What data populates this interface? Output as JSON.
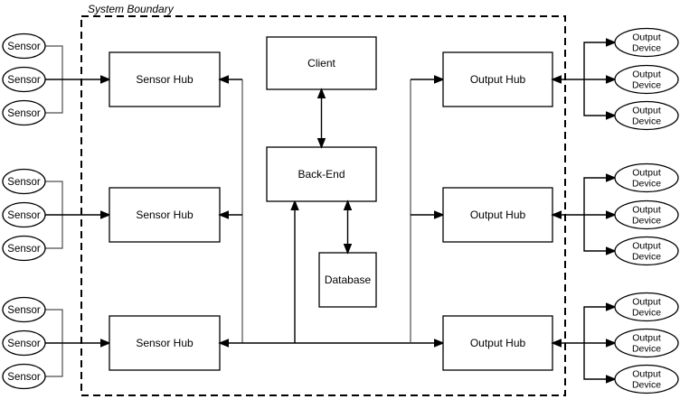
{
  "diagram": {
    "kind": "system-architecture-diagram",
    "boundary_label": "System Boundary",
    "labels": {
      "sensor": "Sensor",
      "sensor_hub": "Sensor Hub",
      "client": "Client",
      "backend": "Back-End",
      "database": "Database",
      "output_hub": "Output Hub",
      "output_device": "Output Device",
      "output_device_lines": [
        "Output",
        "Device"
      ]
    },
    "structure": {
      "sensor_groups": 3,
      "sensors_per_group": 3,
      "sensor_hubs": 3,
      "output_hubs": 3,
      "output_device_groups": 3,
      "output_devices_per_group": 3,
      "inside_boundary": [
        "Sensor Hub",
        "Sensor Hub",
        "Sensor Hub",
        "Client",
        "Back-End",
        "Database",
        "Output Hub",
        "Output Hub",
        "Output Hub"
      ],
      "outside_boundary": [
        "Sensor x9",
        "Output Device x9"
      ],
      "edges": [
        "Sensors (x3 per group) -> Sensor Hub",
        "Sensor Hubs <- shared bus",
        "shared bus -> Back-End",
        "shared bus -> Output Hubs",
        "Client <-> Back-End",
        "Back-End <-> Database",
        "Output Hub <-> Output Devices (x3 per group)"
      ]
    },
    "colors": {
      "stroke": "#000000",
      "fill": "#ffffff",
      "background": "#ffffff"
    }
  }
}
